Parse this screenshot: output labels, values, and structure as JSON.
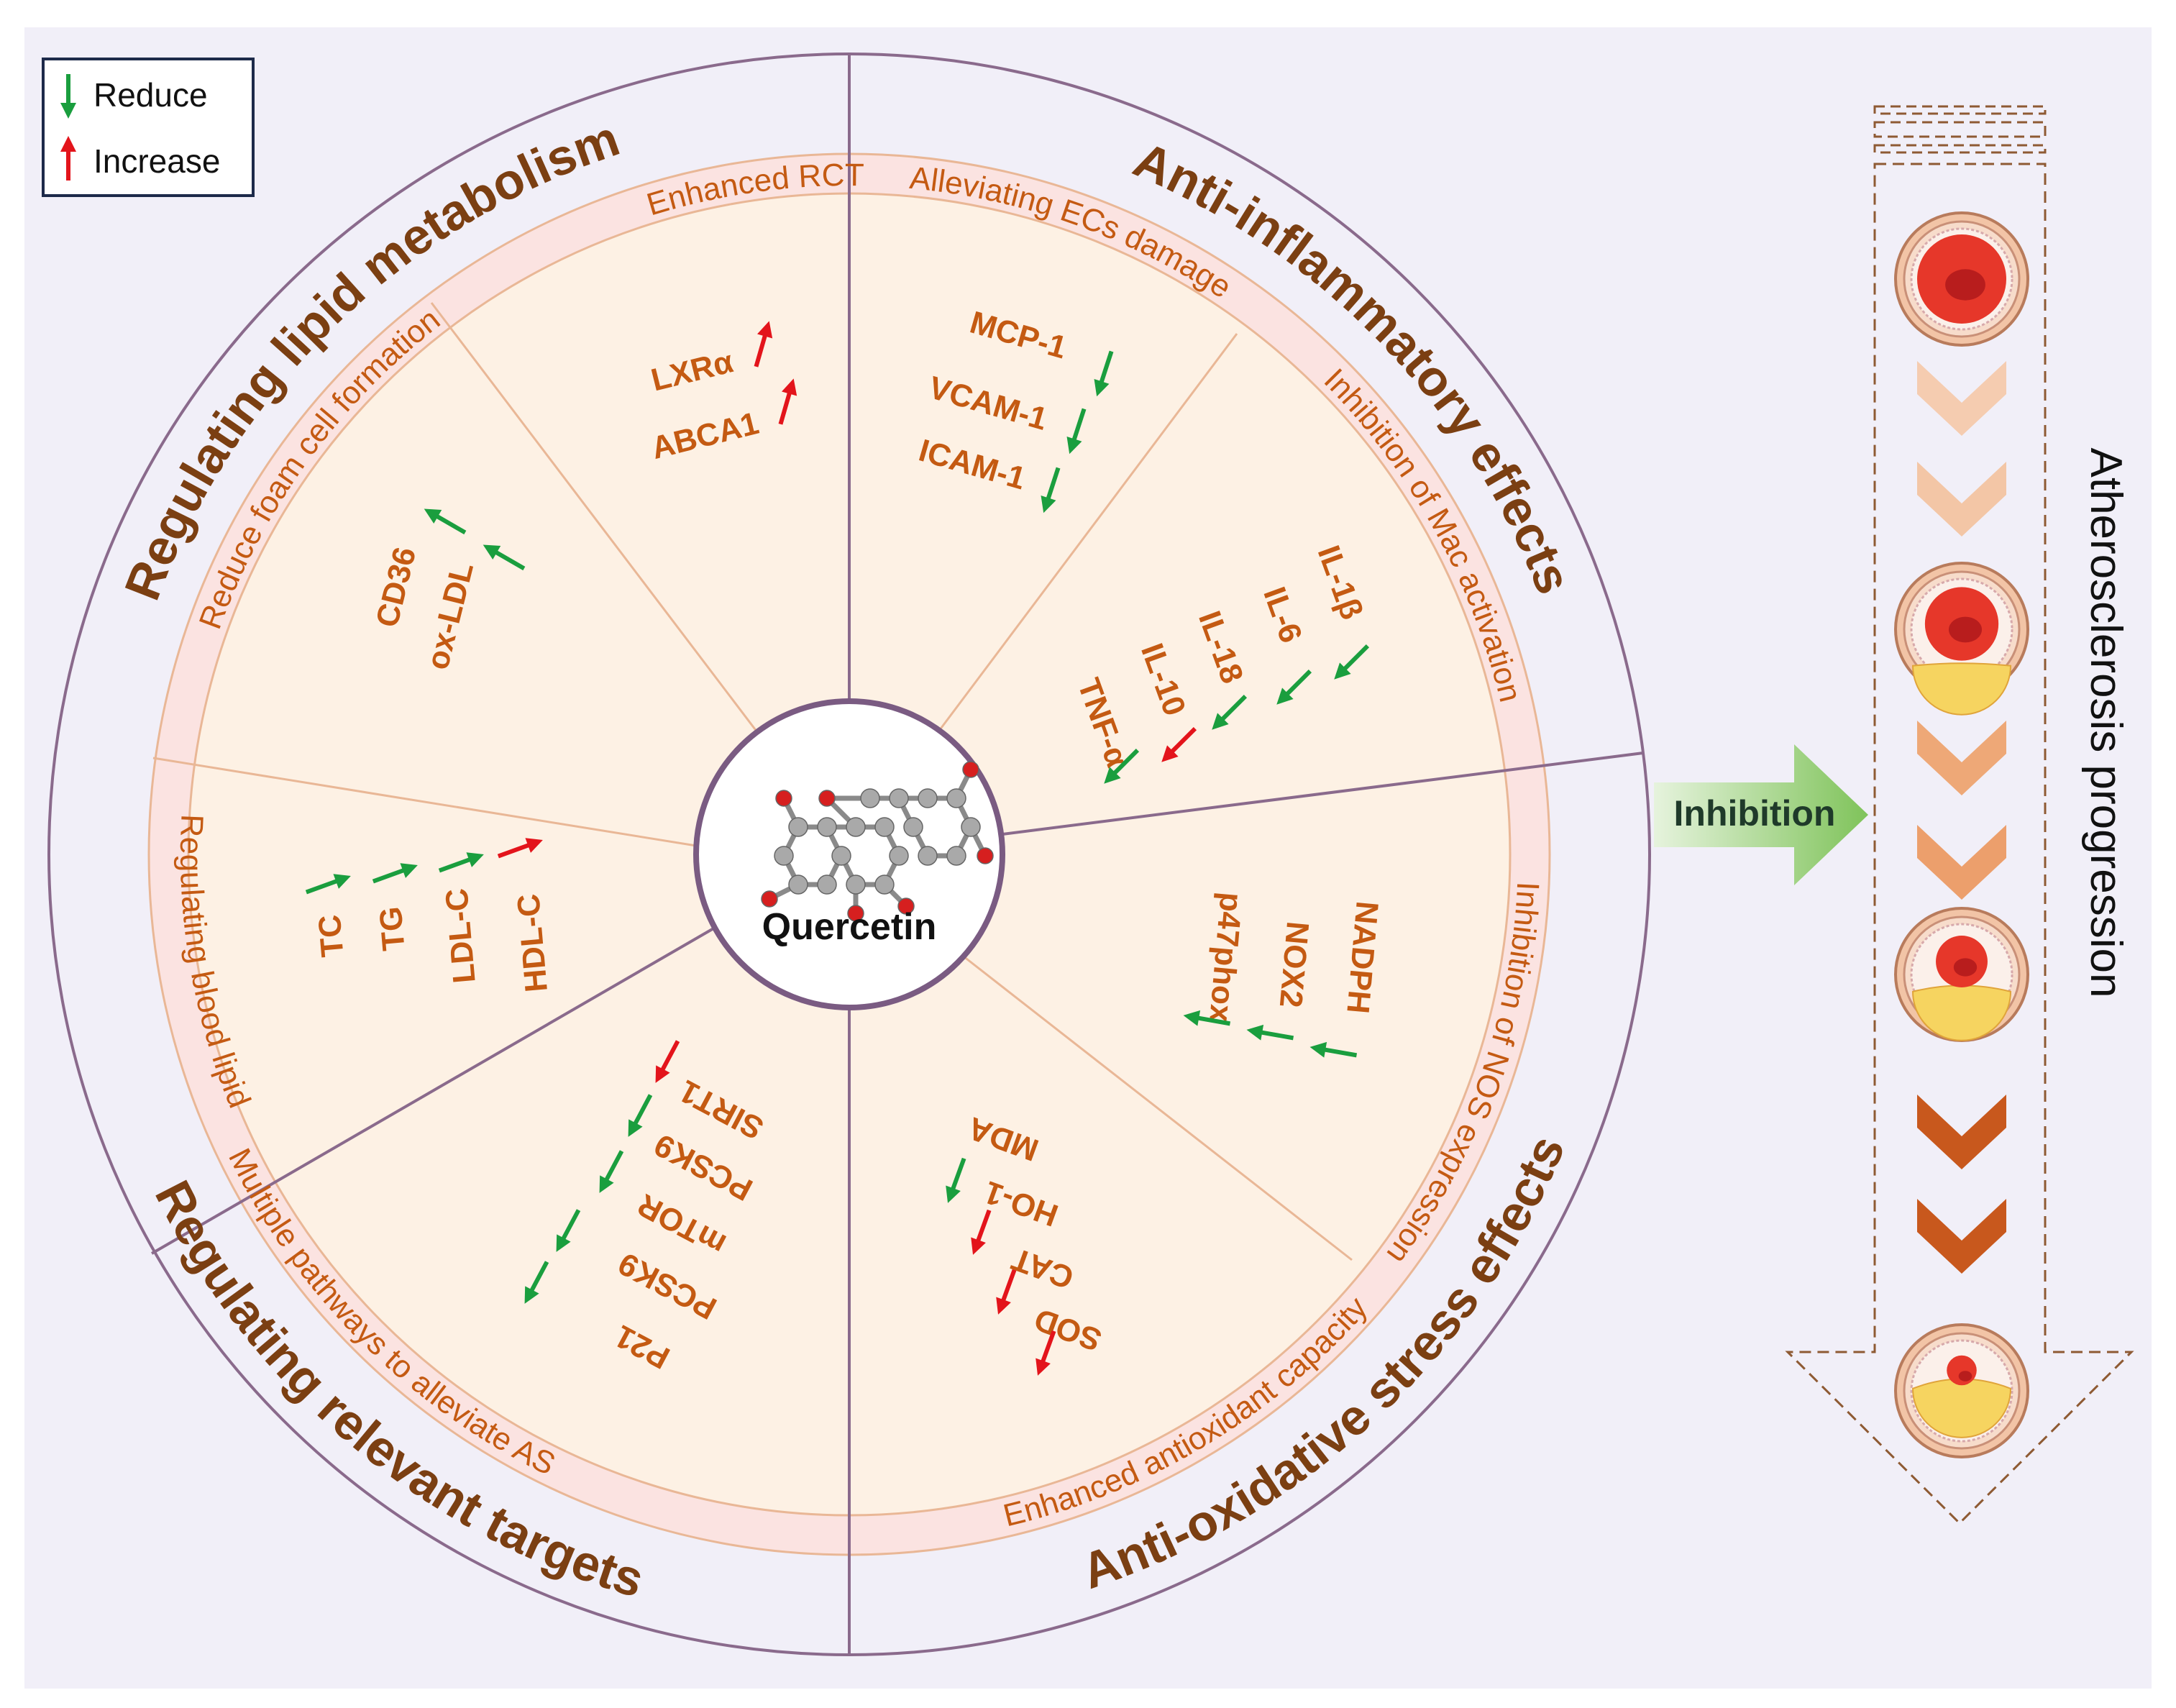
{
  "legend": {
    "reduce_label": "Reduce",
    "increase_label": "Increase"
  },
  "center": {
    "label": "Quercetin"
  },
  "categories": [
    {
      "label": "Regulating lipid metabolism"
    },
    {
      "label": "Anti-inflammatory effects"
    },
    {
      "label": "Anti-oxidative stress effects"
    },
    {
      "label": "Regulating relevant targets"
    }
  ],
  "subsections": [
    {
      "label": "Enhanced RCT",
      "items": [
        {
          "text": "LXRα",
          "effect": "increase"
        },
        {
          "text": "ABCA1",
          "effect": "increase"
        }
      ]
    },
    {
      "label": "Alleviating ECs damage",
      "items": [
        {
          "text": "MCP-1",
          "effect": "reduce"
        },
        {
          "text": "VCAM-1",
          "effect": "reduce"
        },
        {
          "text": "ICAM-1",
          "effect": "reduce"
        }
      ]
    },
    {
      "label": "Inhibition of Mac activation",
      "items": [
        {
          "text": "IL-1β",
          "effect": "reduce"
        },
        {
          "text": "IL-6",
          "effect": "reduce"
        },
        {
          "text": "IL-18",
          "effect": "reduce"
        },
        {
          "text": "IL-10",
          "effect": "increase"
        },
        {
          "text": "TNF-α",
          "effect": "reduce"
        }
      ]
    },
    {
      "label": "Inhibition of NOS expression",
      "items": [
        {
          "text": "NADPH",
          "effect": "reduce"
        },
        {
          "text": "NOX2",
          "effect": "reduce"
        },
        {
          "text": "p47phox",
          "effect": "reduce"
        }
      ]
    },
    {
      "label": "Enhanced antioxidant capacity",
      "items": [
        {
          "text": "MDA",
          "effect": "reduce"
        },
        {
          "text": "HO-1",
          "effect": "increase"
        },
        {
          "text": "CAT",
          "effect": "increase"
        },
        {
          "text": "SOD",
          "effect": "increase"
        }
      ]
    },
    {
      "label": "Multiple pathways to alleviate AS",
      "items": [
        {
          "text": "SIRT1",
          "effect": "increase"
        },
        {
          "text": "PCSK9",
          "effect": "reduce"
        },
        {
          "text": "mTOR",
          "effect": "reduce"
        },
        {
          "text": "PCSK9",
          "effect": "reduce"
        },
        {
          "text": "P21",
          "effect": "reduce"
        }
      ]
    },
    {
      "label": "Regulating blood lipid",
      "items": [
        {
          "text": "TC",
          "effect": "reduce"
        },
        {
          "text": "TG",
          "effect": "reduce"
        },
        {
          "text": "LDL-C",
          "effect": "reduce"
        },
        {
          "text": "HDL-C",
          "effect": "increase"
        }
      ]
    },
    {
      "label": "Reduce foam cell formation",
      "items": [
        {
          "text": "CD36",
          "effect": "reduce"
        },
        {
          "text": "ox-LDL",
          "effect": "reduce"
        }
      ]
    }
  ],
  "inhibition_label": "Inhibition",
  "progression_label": "Atherosclerosis progression",
  "colors": {
    "reduce": "#1a9e3e",
    "increase": "#e3141b",
    "category_text": "#7b3f12",
    "sub_text": "#c45a12",
    "ring_band": "#fbe3e1",
    "sector_fill": "#fdf1e4",
    "outer_fill": "#f1eff8",
    "ring_line": "#e9b796",
    "outer_line": "#8a6a8c"
  }
}
